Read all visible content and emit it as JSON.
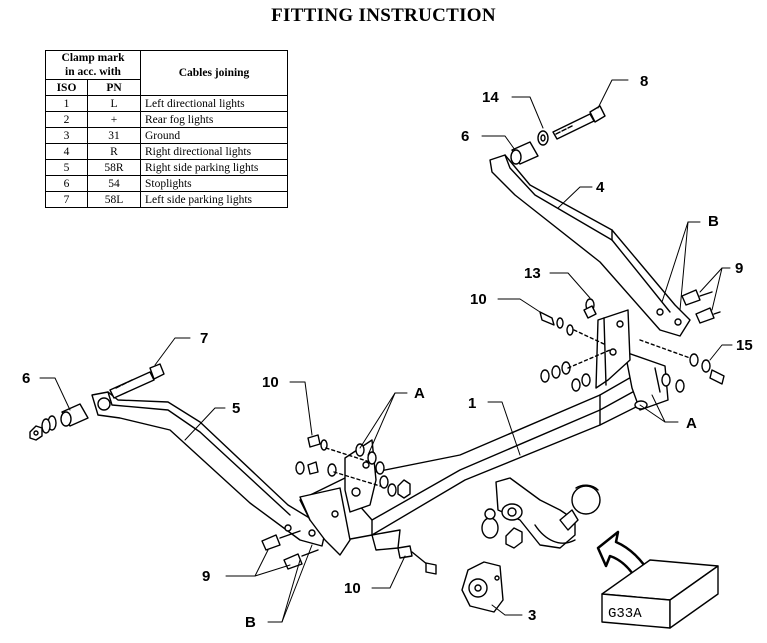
{
  "title": "FITTING INSTRUCTION",
  "table": {
    "header_clamp_line1": "Clamp mark",
    "header_clamp_line2": "in acc. with",
    "header_cables": "Cables joining",
    "header_iso": "ISO",
    "header_pn": "PN",
    "rows": [
      {
        "iso": "1",
        "pn": "L",
        "desc": "Left directional lights"
      },
      {
        "iso": "2",
        "pn": "+",
        "desc": "Rear fog lights"
      },
      {
        "iso": "3",
        "pn": "31",
        "desc": "Ground"
      },
      {
        "iso": "4",
        "pn": "R",
        "desc": "Right directional lights"
      },
      {
        "iso": "5",
        "pn": "58R",
        "desc": "Right side parking lights"
      },
      {
        "iso": "6",
        "pn": "54",
        "desc": "Stoplights"
      },
      {
        "iso": "7",
        "pn": "58L",
        "desc": "Left side parking lights"
      }
    ]
  },
  "labels": {
    "l8": "8",
    "l14": "14",
    "l6a": "6",
    "l4": "4",
    "lBtop": "B",
    "l9a": "9",
    "l13": "13",
    "l10a": "10",
    "l15": "15",
    "l7": "7",
    "l6b": "6",
    "l5": "5",
    "l10b": "10",
    "lA1": "A",
    "l1": "1",
    "lA2": "A",
    "l9b": "9",
    "l10c": "10",
    "l3": "3",
    "lBbot": "B"
  },
  "box_code": "G33A"
}
